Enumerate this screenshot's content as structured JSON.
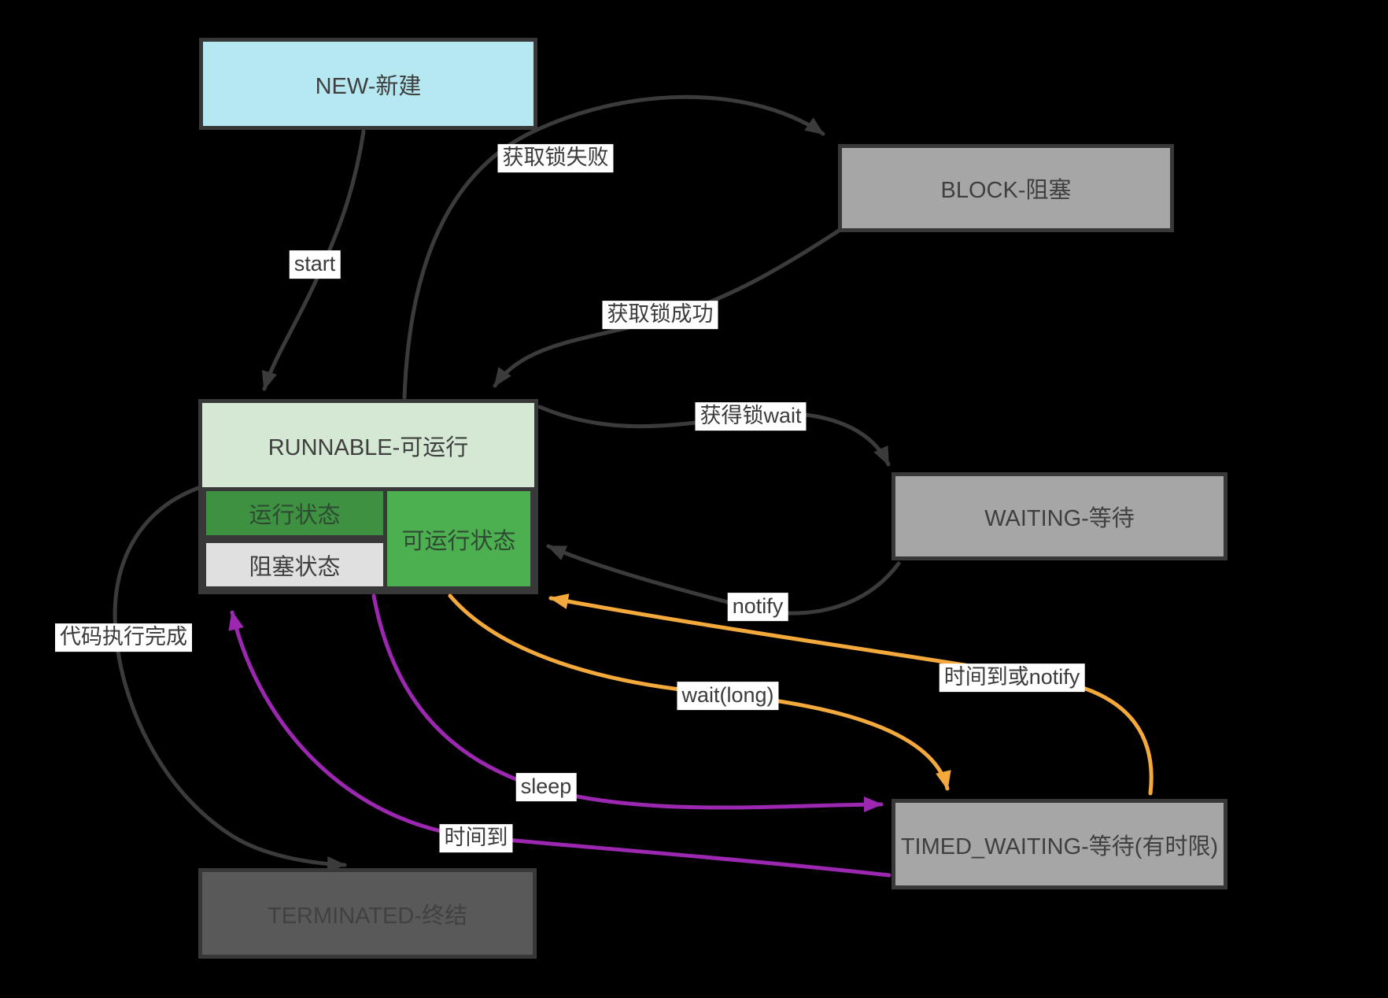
{
  "colors": {
    "background": "#000000",
    "dark_edge": "#3b3b3b",
    "orange_edge": "#f3a93c",
    "purple_edge": "#9c27b0",
    "node_new_fill": "#b5e8f0",
    "node_gray_fill": "#a6a6a6",
    "node_dark_gray_fill": "#595959",
    "runnable_light_fill": "#d5e8d4",
    "running_state_fill": "#3d9140",
    "runnable_state_fill": "#4caf50",
    "blocked_state_fill": "#e0e0e0",
    "label_background": "#ffffff"
  },
  "nodes": {
    "new": {
      "label": "NEW-新建"
    },
    "block": {
      "label": "BLOCK-阻塞"
    },
    "runnable": {
      "label": "RUNNABLE-可运行"
    },
    "running_state": {
      "label": "运行状态"
    },
    "blocked_state": {
      "label": "阻塞状态"
    },
    "runnable_state": {
      "label": "可运行状态"
    },
    "waiting": {
      "label": "WAITING-等待"
    },
    "timed_waiting": {
      "label": "TIMED_WAITING-等待(有时限)"
    },
    "terminated": {
      "label": "TERMINATED-终结"
    }
  },
  "edges": {
    "start": {
      "label": "start",
      "from": "new",
      "to": "runnable",
      "color": "#3b3b3b"
    },
    "acquire_lock_fail": {
      "label": "获取锁失败",
      "from": "runnable",
      "to": "block",
      "color": "#3b3b3b"
    },
    "acquire_lock_success": {
      "label": "获取锁成功",
      "from": "block",
      "to": "runnable",
      "color": "#3b3b3b"
    },
    "get_lock_wait": {
      "label": "获得锁wait",
      "from": "runnable",
      "to": "waiting",
      "color": "#3b3b3b"
    },
    "notify": {
      "label": "notify",
      "from": "waiting",
      "to": "runnable",
      "color": "#3b3b3b"
    },
    "wait_long": {
      "label": "wait(long)",
      "from": "runnable",
      "to": "timed_waiting",
      "color": "#f3a93c"
    },
    "timeout_or_notify": {
      "label": "时间到或notify",
      "from": "timed_waiting",
      "to": "runnable",
      "color": "#f3a93c"
    },
    "sleep": {
      "label": "sleep",
      "from": "runnable",
      "to": "timed_waiting",
      "color": "#9c27b0"
    },
    "timeout": {
      "label": "时间到",
      "from": "timed_waiting",
      "to": "runnable",
      "color": "#9c27b0"
    },
    "code_complete": {
      "label": "代码执行完成",
      "from": "runnable",
      "to": "terminated",
      "color": "#3b3b3b"
    }
  }
}
